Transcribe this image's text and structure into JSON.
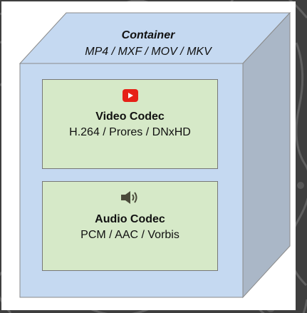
{
  "container": {
    "title": "Container",
    "formats": "MP4 / MXF / MOV / MKV"
  },
  "video": {
    "icon": "youtube-play-icon",
    "title": "Video Codec",
    "codecs": "H.264 / Prores / DNxHD"
  },
  "audio": {
    "icon": "speaker-icon",
    "title": "Audio Codec",
    "codecs": "PCM / AAC / Vorbis"
  },
  "colors": {
    "cube_front": "#c5d9f1",
    "cube_side": "#aab7c7",
    "cube_top": "#c5d9f1",
    "codec_box": "#d6e9c8",
    "youtube_red": "#e62117"
  }
}
